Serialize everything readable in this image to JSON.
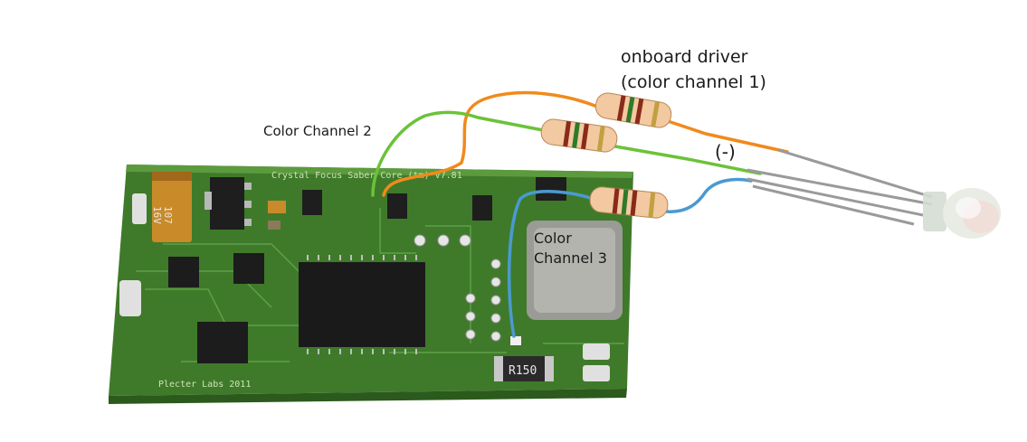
{
  "labels": {
    "onboard_driver": "onboard driver",
    "color_channel_1": "(color channel 1)",
    "color_channel_2": "Color Channel 2",
    "color_channel_3_line1": "Color",
    "color_channel_3_line2": "Channel 3",
    "negative": "(-)"
  },
  "board": {
    "title_silk": "Crystal Focus Saber Core (tm) V7.81",
    "maker_silk": "Plecter Labs 2011",
    "cap_line1": "107",
    "cap_line2": "16V",
    "resistor_marking": "R150"
  },
  "colors": {
    "pcb": "#3f7a2a",
    "wire_orange": "#f08a1c",
    "wire_green": "#6cc23a",
    "wire_blue": "#4a9ad0",
    "resistor_body": "#f2c9a0",
    "led_leads": "#9a9a9a"
  }
}
